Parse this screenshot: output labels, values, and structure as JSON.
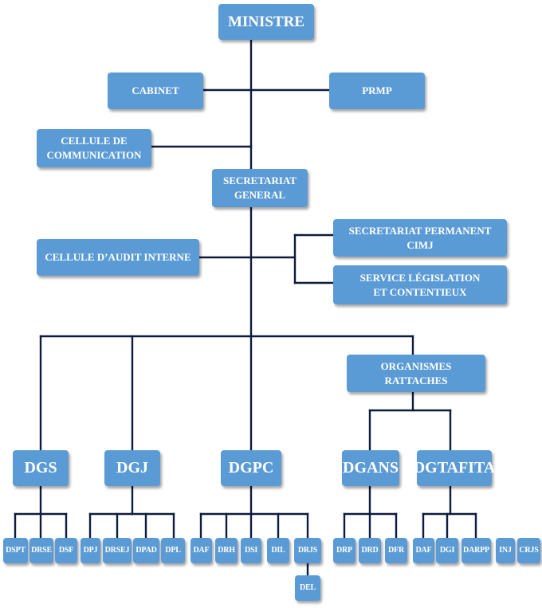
{
  "org": {
    "ministre": "MINISTRE",
    "cabinet": "CABINET",
    "prmp": "PRMP",
    "cellule_communication": "CELLULE DE\nCOMMUNICATION",
    "secretariat_general": "SECRETARIAT\nGENERAL",
    "cellule_audit": "CELLULE D’AUDIT INTERNE",
    "secretariat_permanent": "SECRETARIAT PERMANENT CIMJ",
    "service_legislation": "SERVICE LÉGISLATION\nET CONTENTIEUX",
    "organismes_rattaches": "ORGANISMES RATTACHES",
    "directions": {
      "dgs": "DGS",
      "dgj": "DGJ",
      "dgpc": "DGPC",
      "dgans": "DGANS",
      "dgtafita": "DGTAFITA"
    },
    "dgs_units": [
      "DSPT",
      "DRSE",
      "DSF"
    ],
    "dgj_units": [
      "DPJ",
      "DRSEJ",
      "DPAD",
      "DPL"
    ],
    "dgpc_units": [
      "DAF",
      "DRH",
      "DSI",
      "DIL",
      "DRJS"
    ],
    "drjs_unit": "DEL",
    "dgans_units": [
      "DRP",
      "DRD",
      "DFR"
    ],
    "dgtafita_units": [
      "DAF",
      "DGI",
      "DARPP"
    ],
    "standalone_units": [
      "INJ",
      "CRJS"
    ]
  },
  "colors": {
    "box": "#5b9bd5",
    "line": "#0d1b3d",
    "text": "#ffffff"
  }
}
